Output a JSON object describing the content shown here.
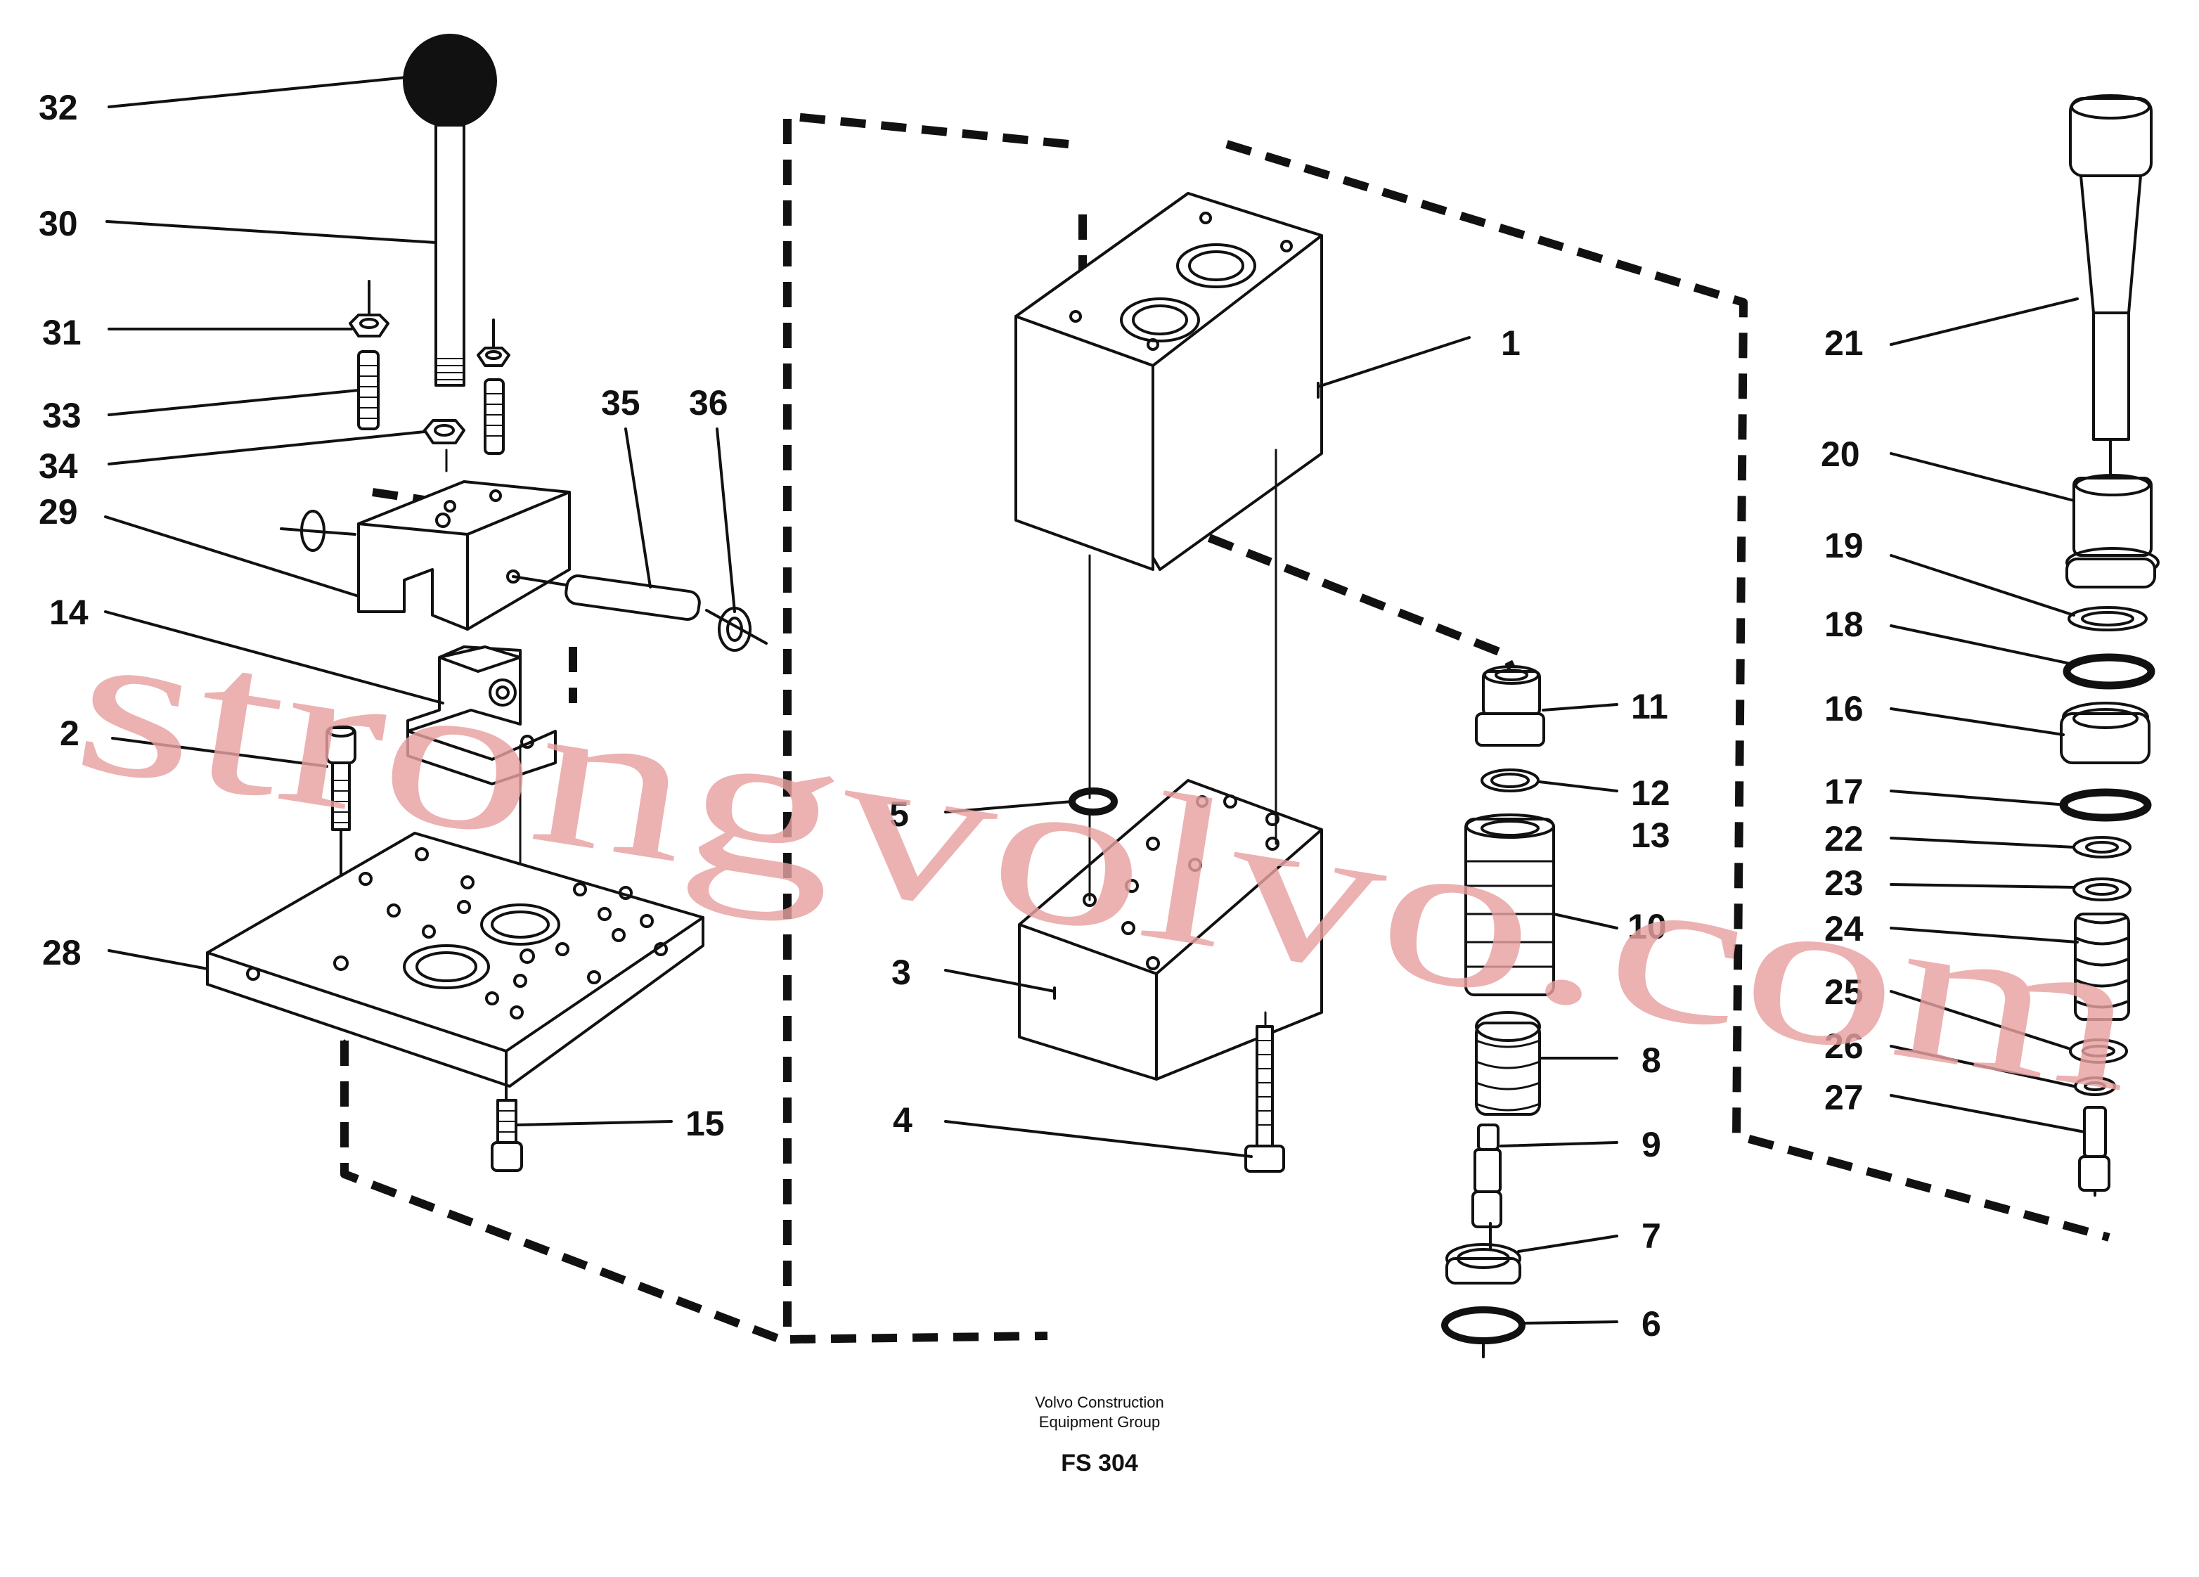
{
  "labels": {
    "p1": "1",
    "p2": "2",
    "p3": "3",
    "p4": "4",
    "p5": "5",
    "p6": "6",
    "p7": "7",
    "p8": "8",
    "p9": "9",
    "p10": "10",
    "p11": "11",
    "p12": "12",
    "p13": "13",
    "p14": "14",
    "p15": "15",
    "p16": "16",
    "p17": "17",
    "p18": "18",
    "p19": "19",
    "p20": "20",
    "p21": "21",
    "p22": "22",
    "p23": "23",
    "p24": "24",
    "p25": "25",
    "p26": "26",
    "p27": "27",
    "p28": "28",
    "p29": "29",
    "p30": "30",
    "p31": "31",
    "p32": "32",
    "p33": "33",
    "p34": "34",
    "p35": "35",
    "p36": "36"
  },
  "caption": {
    "line1": "Volvo Construction",
    "line2": "Equipment Group",
    "code": "FS 304"
  },
  "watermark": "strongvolvo.com",
  "colors": {
    "ink": "#111111",
    "watermark": "#e8a0a0"
  }
}
